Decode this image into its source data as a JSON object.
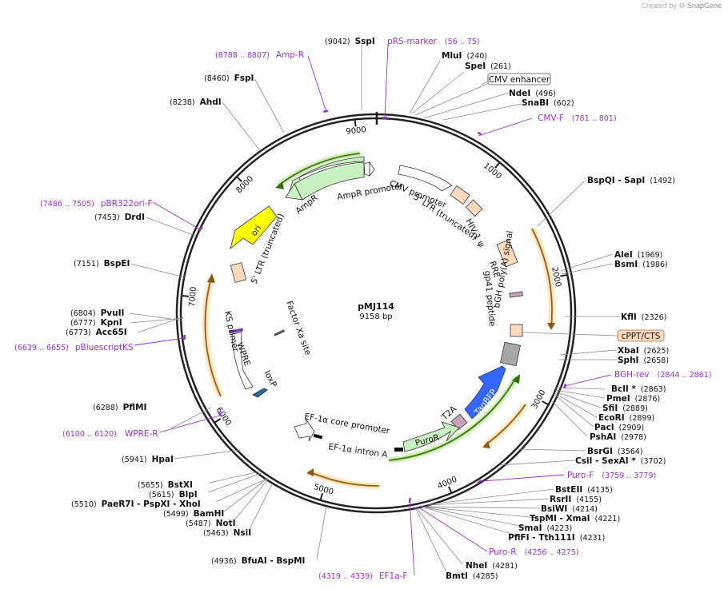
{
  "credit": {
    "created_by": "Created by",
    "brand": "SnapGene"
  },
  "plasmid": {
    "name": "pMJ114",
    "length": "9158 bp",
    "total_bp": 9158
  },
  "ticks": [
    "1000",
    "2000",
    "3000",
    "4000",
    "5000",
    "6000",
    "7000",
    "8000",
    "9000"
  ],
  "colors": {
    "backbone": "#222222",
    "primer": "#9b30d9",
    "amp": "#c8f0c0",
    "ori": "#ffff00",
    "ltr": "#fcd9bb",
    "tagbfp": "#3366ff",
    "puror": "#c8f0c0",
    "t2a": "#c9a3b5",
    "bgh": "#a6a6a6",
    "orange_glow": "#f0b040",
    "green_glow": "#88cc44"
  },
  "sites": [
    {
      "name": "SspI",
      "pos": "(9042)",
      "bp": 9042
    },
    {
      "name": "MluI",
      "pos": "(240)",
      "bp": 240
    },
    {
      "name": "SpeI",
      "pos": "(261)",
      "bp": 261
    },
    {
      "name": "NdeI",
      "pos": "(496)",
      "bp": 496
    },
    {
      "name": "SnaBI",
      "pos": "(602)",
      "bp": 602
    },
    {
      "name": "BspQI - SapI",
      "pos": "(1492)",
      "bp": 1492
    },
    {
      "name": "AleI",
      "pos": "(1969)",
      "bp": 1969
    },
    {
      "name": "BsmI",
      "pos": "(1986)",
      "bp": 1986
    },
    {
      "name": "KflI",
      "pos": "(2326)",
      "bp": 2326
    },
    {
      "name": "XbaI",
      "pos": "(2625)",
      "bp": 2625
    },
    {
      "name": "SphI",
      "pos": "(2658)",
      "bp": 2658
    },
    {
      "name": "BclI *",
      "pos": "(2863)",
      "bp": 2863
    },
    {
      "name": "PmeI",
      "pos": "(2876)",
      "bp": 2876
    },
    {
      "name": "SfiI",
      "pos": "(2889)",
      "bp": 2889
    },
    {
      "name": "EcoRI",
      "pos": "(2899)",
      "bp": 2899
    },
    {
      "name": "PacI",
      "pos": "(2909)",
      "bp": 2909
    },
    {
      "name": "PshAI",
      "pos": "(2978)",
      "bp": 2978
    },
    {
      "name": "BsrGI",
      "pos": "(3564)",
      "bp": 3564
    },
    {
      "name": "CsiI - SexAI *",
      "pos": "(3702)",
      "bp": 3702
    },
    {
      "name": "BstEII",
      "pos": "(4135)",
      "bp": 4135
    },
    {
      "name": "RsrII",
      "pos": "(4155)",
      "bp": 4155
    },
    {
      "name": "BsiWI",
      "pos": "(4214)",
      "bp": 4214
    },
    {
      "name": "TspMI - XmaI",
      "pos": "(4221)",
      "bp": 4221
    },
    {
      "name": "SmaI",
      "pos": "(4223)",
      "bp": 4223
    },
    {
      "name": "PflFI - Tth111I",
      "pos": "(4231)",
      "bp": 4231
    },
    {
      "name": "NheI",
      "pos": "(4281)",
      "bp": 4281
    },
    {
      "name": "BmtI",
      "pos": "(4285)",
      "bp": 4285
    },
    {
      "name": "BfuAI - BspMI",
      "pos": "(4936)",
      "bp": 4936
    },
    {
      "name": "NsiI",
      "pos": "(5463)",
      "bp": 5463
    },
    {
      "name": "NotI",
      "pos": "(5487)",
      "bp": 5487
    },
    {
      "name": "BamHI",
      "pos": "(5499)",
      "bp": 5499
    },
    {
      "name": "PaeR7I - PspXI - XhoI",
      "pos": "(5510)",
      "bp": 5510
    },
    {
      "name": "BlpI",
      "pos": "(5615)",
      "bp": 5615
    },
    {
      "name": "BstXI",
      "pos": "(5655)",
      "bp": 5655
    },
    {
      "name": "HpaI",
      "pos": "(5941)",
      "bp": 5941
    },
    {
      "name": "PflMI",
      "pos": "(6288)",
      "bp": 6288
    },
    {
      "name": "Acc65I",
      "pos": "(6773)",
      "bp": 6773
    },
    {
      "name": "KpnI",
      "pos": "(6777)",
      "bp": 6777
    },
    {
      "name": "PvuII",
      "pos": "(6804)",
      "bp": 6804
    },
    {
      "name": "BspEI",
      "pos": "(7151)",
      "bp": 7151
    },
    {
      "name": "DrdI",
      "pos": "(7453)",
      "bp": 7453
    },
    {
      "name": "AhdI",
      "pos": "(8238)",
      "bp": 8238
    },
    {
      "name": "FspI",
      "pos": "(8460)",
      "bp": 8460
    }
  ],
  "primers": [
    {
      "name": "pRS-marker",
      "pos": "(56 .. 75)"
    },
    {
      "name": "CMV-F",
      "pos": "(781 .. 801)"
    },
    {
      "name": "BGH-rev",
      "pos": "(2844 .. 2861)"
    },
    {
      "name": "Puro-F",
      "pos": "(3759 .. 3779)"
    },
    {
      "name": "Puro-R",
      "pos": "(4256 .. 4275)"
    },
    {
      "name": "EF1a-F",
      "pos": "(4319 .. 4339)"
    },
    {
      "name": "WPRE-R",
      "pos": "(6100 .. 6120)"
    },
    {
      "name": "pBluescriptKS",
      "pos": "(6639 .. 6655)"
    },
    {
      "name": "pBR322ori-F",
      "pos": "(7486 .. 7505)"
    },
    {
      "name": "Amp-R",
      "pos": "(8788 .. 8807)"
    }
  ],
  "boxed_features": [
    "CMV enhancer",
    "cPPT/CTS"
  ],
  "features": [
    "CMV promoter",
    "5' LTR (truncated)",
    "HIV-1 ψ",
    "RRE",
    "gp41 peptide",
    "bGH poly(A) signal",
    "TagBFP",
    "T2A",
    "PuroR",
    "EF-1α intron A",
    "EF-1α core promoter",
    "loxP",
    "WPRE",
    "KS primer",
    "Factor Xa site",
    "5' LTR (truncated)",
    "ori",
    "AmpR",
    "AmpR promoter"
  ]
}
